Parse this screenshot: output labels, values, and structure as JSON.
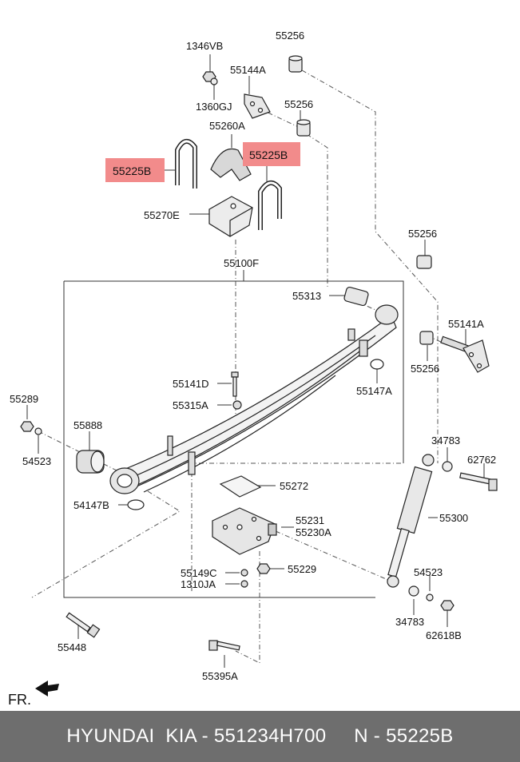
{
  "diagram": {
    "labels": {
      "l_1346VB": "1346VB",
      "l_55256_a": "55256",
      "l_55144A": "55144A",
      "l_1360GJ": "1360GJ",
      "l_55256_b": "55256",
      "l_55260A": "55260A",
      "l_55225B_left": "55225B",
      "l_55225B_right": "55225B",
      "l_55270E": "55270E",
      "l_55256_c": "55256",
      "l_55100F": "55100F",
      "l_55313": "55313",
      "l_55141A": "55141A",
      "l_55256_d": "55256",
      "l_55141D": "55141D",
      "l_55147A": "55147A",
      "l_55289": "55289",
      "l_55315A": "55315A",
      "l_55888": "55888",
      "l_54523_left": "54523",
      "l_34783_top": "34783",
      "l_62762": "62762",
      "l_55272": "55272",
      "l_54147B": "54147B",
      "l_55300": "55300",
      "l_55231": "55231",
      "l_55230A": "55230A",
      "l_55149C": "55149C",
      "l_55229": "55229",
      "l_54523_right": "54523",
      "l_1310JA": "1310JA",
      "l_34783_bottom": "34783",
      "l_55448": "55448",
      "l_62618B": "62618B",
      "l_55395A": "55395A",
      "l_FR": "FR."
    },
    "highlight_color": "#f28b8b"
  },
  "footer": {
    "text": "HYUNDAI  KIA - 551234H700     N - 55225B"
  }
}
